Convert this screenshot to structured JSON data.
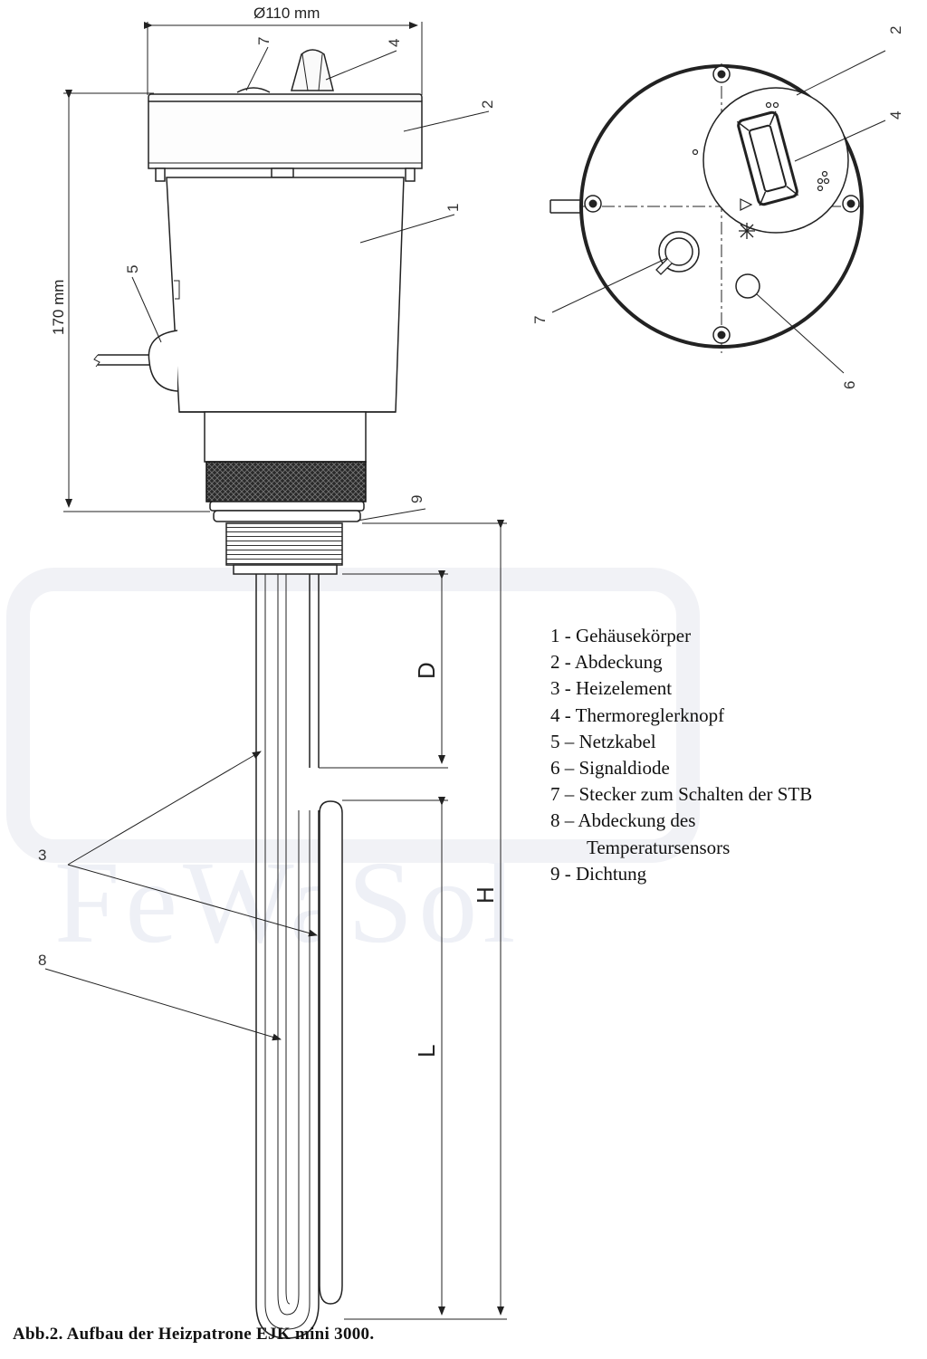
{
  "dimensions": {
    "diameter": "Ø110 mm",
    "height": "170 mm",
    "d": "D",
    "h": "H",
    "l": "L"
  },
  "callouts": {
    "c1": "1",
    "c2": "2",
    "c2b": "2",
    "c3": "3",
    "c4": "4",
    "c4b": "4",
    "c5": "5",
    "c6": "6",
    "c7": "7",
    "c7b": "7",
    "c8": "8",
    "c9": "9"
  },
  "legend": [
    {
      "num": "1 -",
      "text": "Gehäusekörper"
    },
    {
      "num": "2 -",
      "text": "Abdeckung"
    },
    {
      "num": "3 -",
      "text": "Heizelement"
    },
    {
      "num": "4 -",
      "text": "Thermoreglerknopf"
    },
    {
      "num": "5 –",
      "text": "Netzkabel"
    },
    {
      "num": "6 –",
      "text": "Signaldiode"
    },
    {
      "num": "7 –",
      "text": "Stecker zum Schalten der STB"
    },
    {
      "num": "8 –",
      "text": "Abdeckung des"
    },
    {
      "num": "",
      "text": "Temperatursensors"
    },
    {
      "num": "9 -",
      "text": "Dichtung"
    }
  ],
  "watermark": "FeWaSol",
  "caption": "Abb.2. Aufbau der Heizpatrone EJK mini 3000.",
  "icons": [
    "snowflake-icon",
    "triangle-indicator-icon"
  ]
}
